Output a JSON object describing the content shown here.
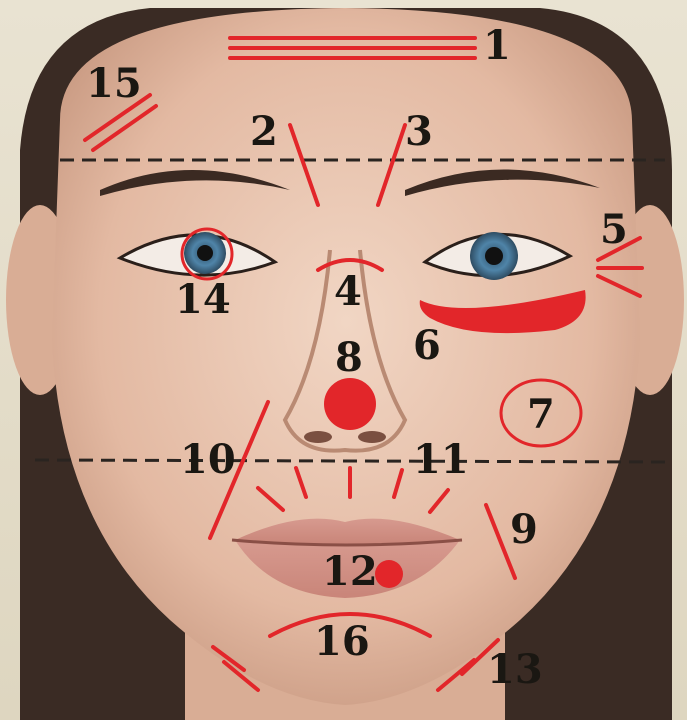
{
  "image": {
    "description": "Face map diagram: woman's face with red marked zones numbered 1-16 and two dashed horizontal divider lines"
  },
  "zones": [
    {
      "label": "1"
    },
    {
      "label": "2"
    },
    {
      "label": "3"
    },
    {
      "label": "4"
    },
    {
      "label": "5"
    },
    {
      "label": "6"
    },
    {
      "label": "7"
    },
    {
      "label": "8"
    },
    {
      "label": "9"
    },
    {
      "label": "10"
    },
    {
      "label": "11"
    },
    {
      "label": "12"
    },
    {
      "label": "13"
    },
    {
      "label": "14"
    },
    {
      "label": "15"
    },
    {
      "label": "16"
    }
  ],
  "colors": {
    "marker_red": "#e2262a",
    "number_ink": "#1a1712",
    "divider": "#2a2420"
  }
}
